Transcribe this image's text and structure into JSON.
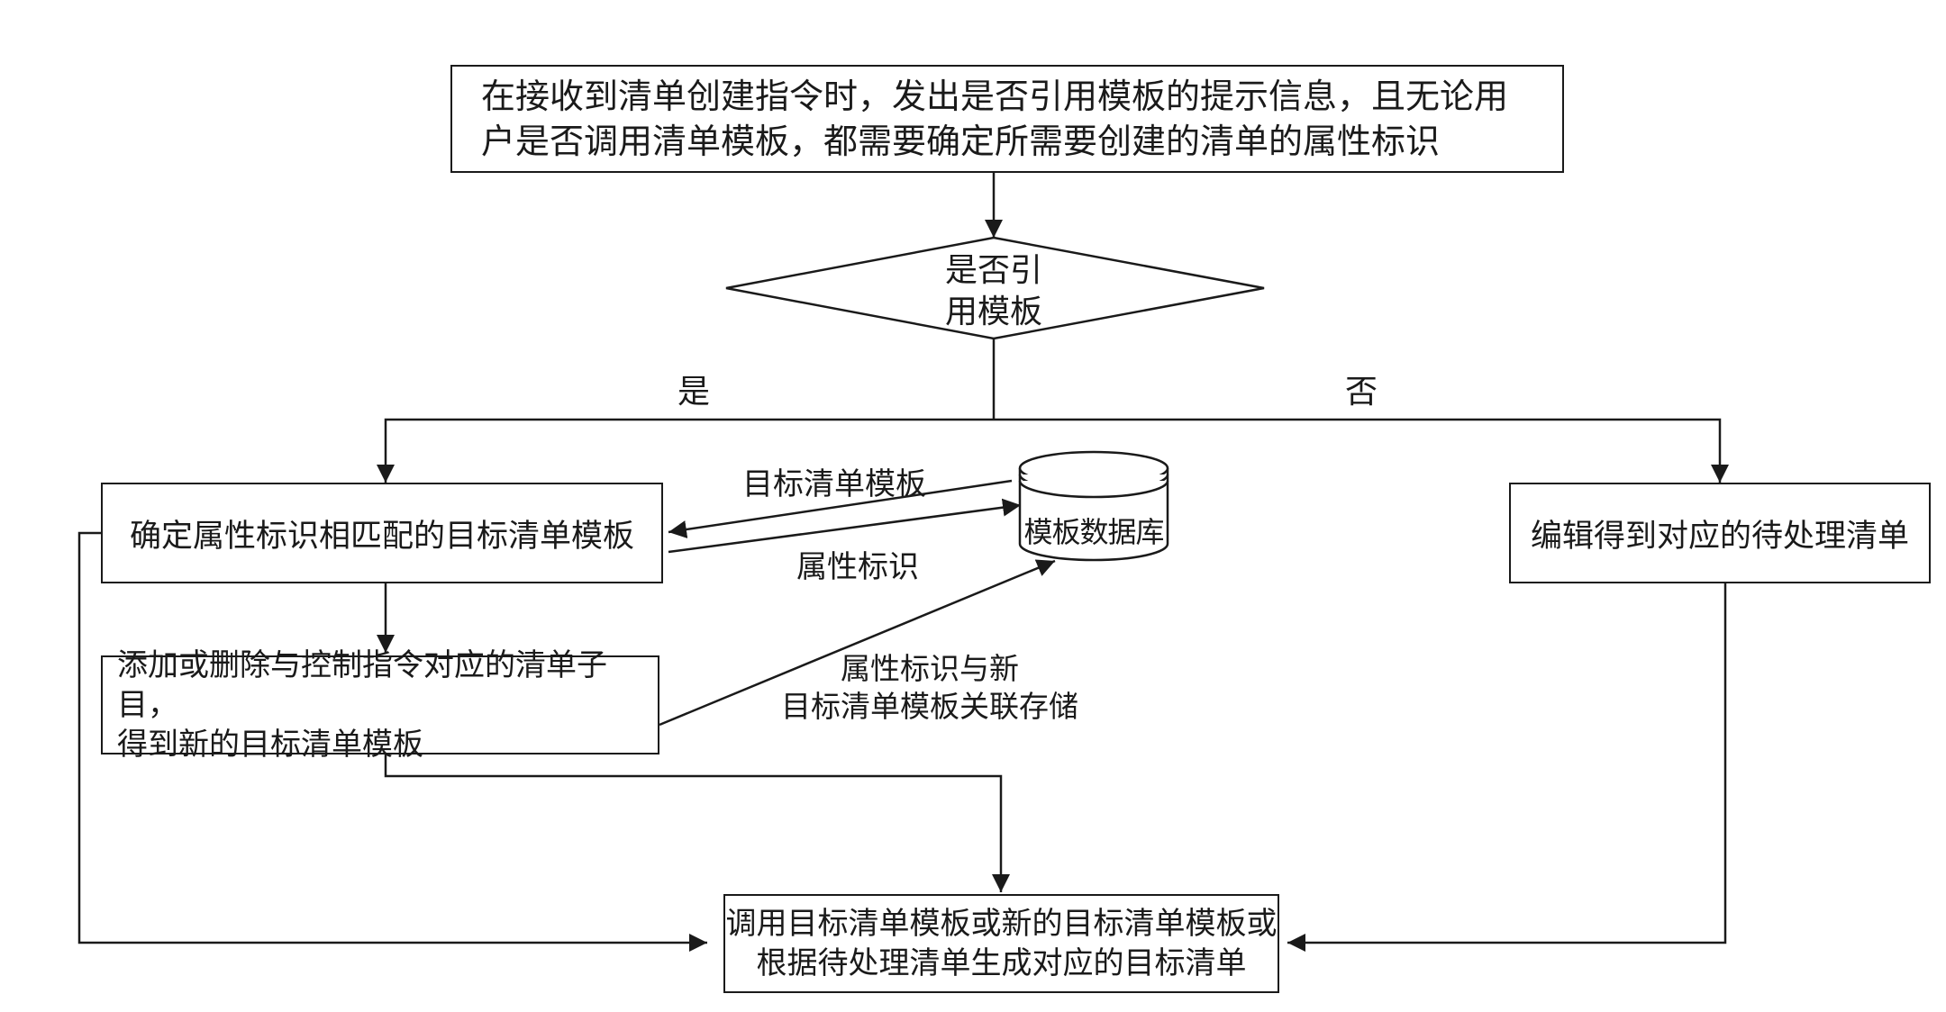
{
  "nodes": {
    "start": "在接收到清单创建指令时，发出是否引用模板的提示信息，且无论用\n户是否调用清单模板，都需要确定所需要创建的清单的属性标识",
    "decision": "是否引\n用模板",
    "match": "确定属性标识相匹配的目标清单模板",
    "edit": "添加或删除与控制指令对应的清单子目，\n得到新的目标清单模板",
    "pending": "编辑得到对应的待处理清单",
    "database": "模板数据库",
    "final": "调用目标清单模板或新的目标清单模板或\n根据待处理清单生成对应的目标清单"
  },
  "edge_labels": {
    "yes": "是",
    "no": "否",
    "template_from_db": "目标清单模板",
    "attr_to_db": "属性标识",
    "store": "属性标识与新\n目标清单模板关联存储"
  }
}
